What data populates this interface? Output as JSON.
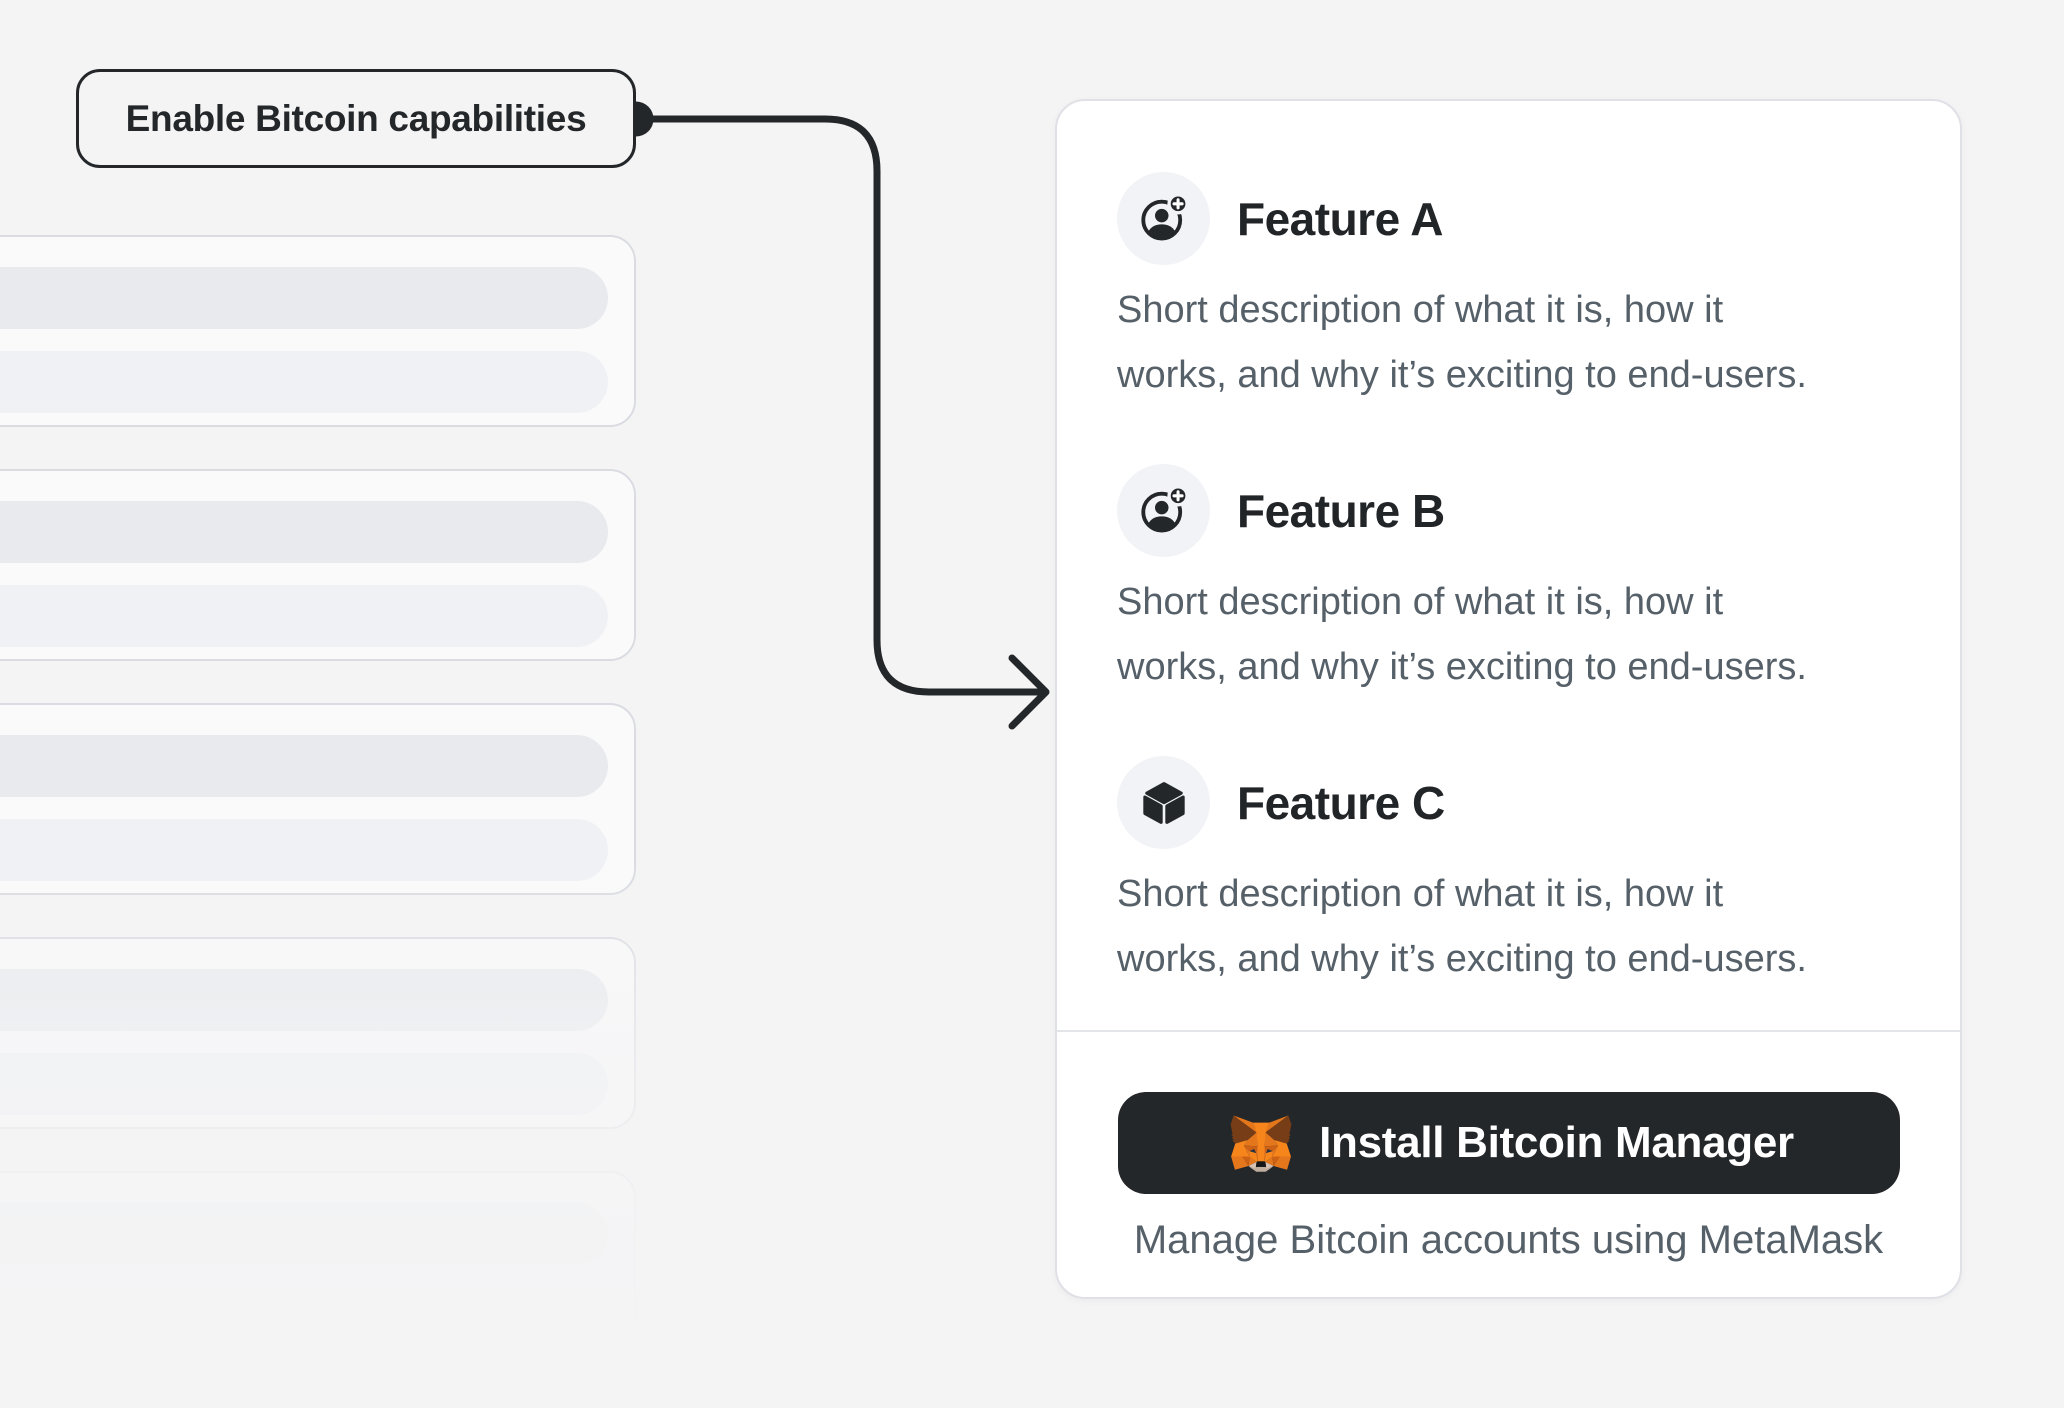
{
  "annotation": {
    "label": "Enable Bitcoin capabilities"
  },
  "features": [
    {
      "title": "Feature A",
      "icon": "user-add-icon",
      "description_line1": "Short description of what it is, how it",
      "description_line2": "works, and why it’s exciting to end-users."
    },
    {
      "title": "Feature B",
      "icon": "user-add-icon",
      "description_line1": "Short description of what it is, how it",
      "description_line2": "works, and why it’s exciting to end-users."
    },
    {
      "title": "Feature C",
      "icon": "cube-icon",
      "description_line1": "Short description of what it is, how it",
      "description_line2": "works, and why it’s exciting to end-users."
    }
  ],
  "cta": {
    "button_label": "Install Bitcoin Manager",
    "button_icon": "metamask-fox-icon",
    "caption": "Manage Bitcoin accounts using MetaMask"
  },
  "skeleton": {
    "card_count": 5,
    "bars_per_card": 2
  },
  "colors": {
    "background": "#f4f4f5",
    "ink": "#24272a",
    "text_gray": "#566069",
    "card_bg": "#ffffff",
    "card_border": "#e0e1e6",
    "icon_chip_bg": "#f2f3f6",
    "button_bg": "#24272a",
    "button_text": "#ffffff",
    "metamask_orange": "#f6851b"
  }
}
